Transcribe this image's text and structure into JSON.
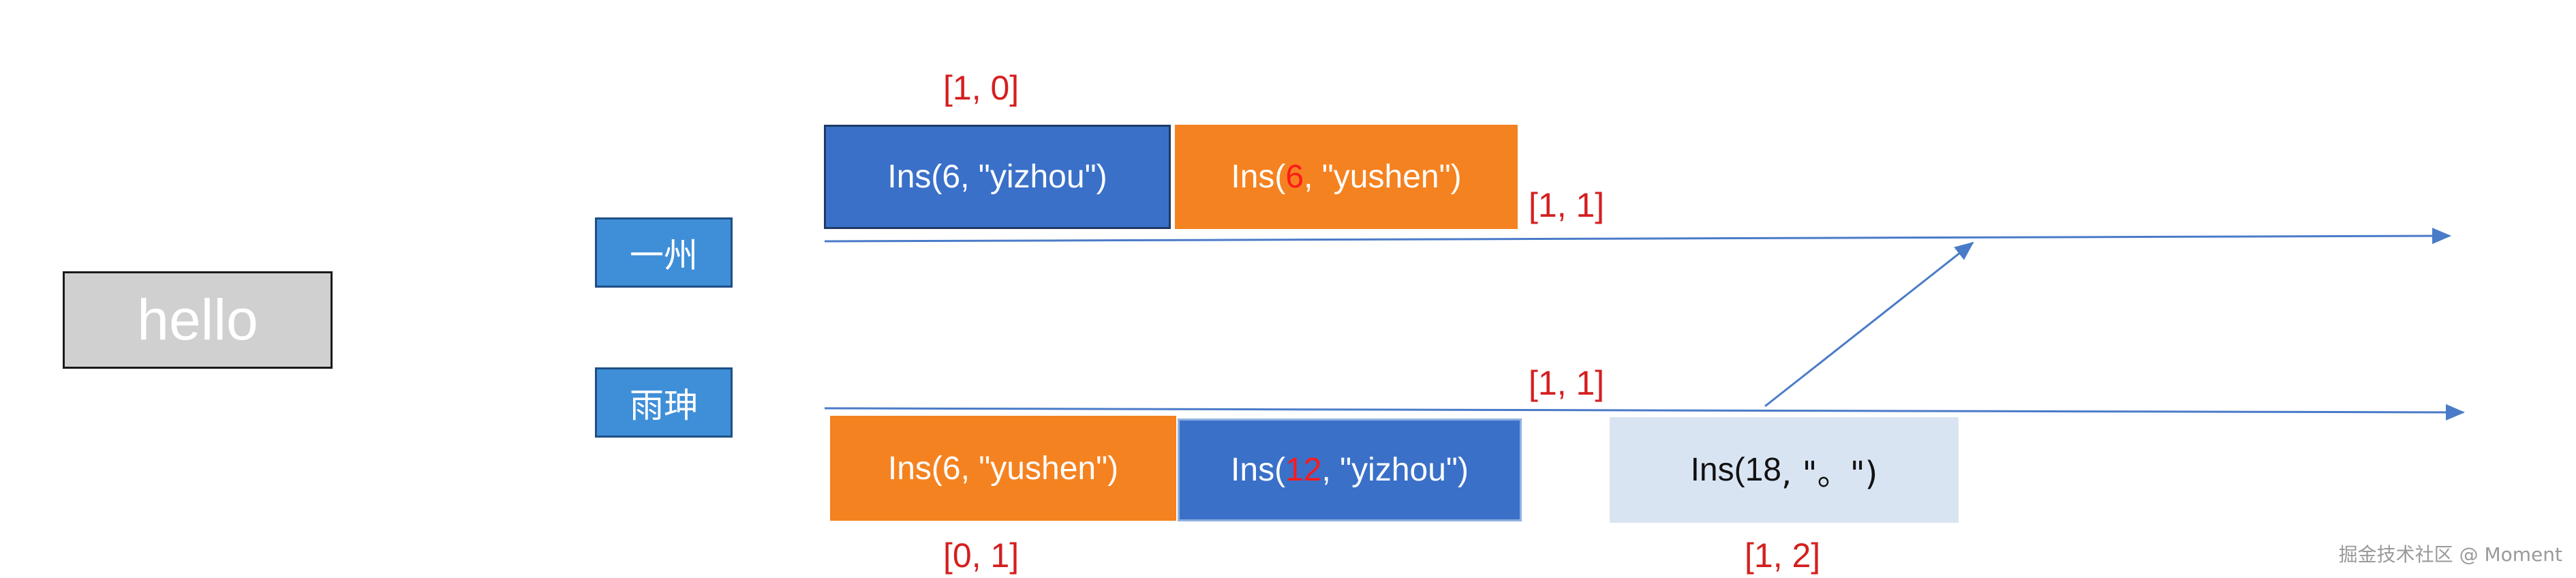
{
  "document": {
    "text": "hello"
  },
  "users": [
    {
      "name": "一州"
    },
    {
      "name": "雨珅"
    }
  ],
  "ops_top": [
    {
      "prefix": "Ins(",
      "pos": "6",
      "suffix": ", \"yizhou\")"
    },
    {
      "prefix": "Ins(",
      "pos": "6",
      "suffix": ", \"yushen\")"
    }
  ],
  "ops_bottom": [
    {
      "prefix": "Ins(",
      "pos": "6",
      "suffix": ", \"yushen\")"
    },
    {
      "prefix": "Ins(",
      "pos": "12",
      "suffix": ", \"yizhou\")"
    },
    {
      "prefix": "Ins(",
      "pos": "18",
      "suffix": ", \"。\")"
    }
  ],
  "vectors": {
    "top_first": "[1, 0]",
    "top_after": "[1, 1]",
    "bottom_after": "[1, 1]",
    "bottom_first": "[0, 1]",
    "bottom_last": "[1, 2]"
  },
  "watermark": "掘金技术社区 @ Moment",
  "colors": {
    "timeline": "#4a7bc8",
    "vector_text": "#d41f1f",
    "op_blue": "#3a70c8",
    "op_orange": "#f58220",
    "op_light": "#d9e4f3",
    "user_box": "#3f8fd8"
  }
}
